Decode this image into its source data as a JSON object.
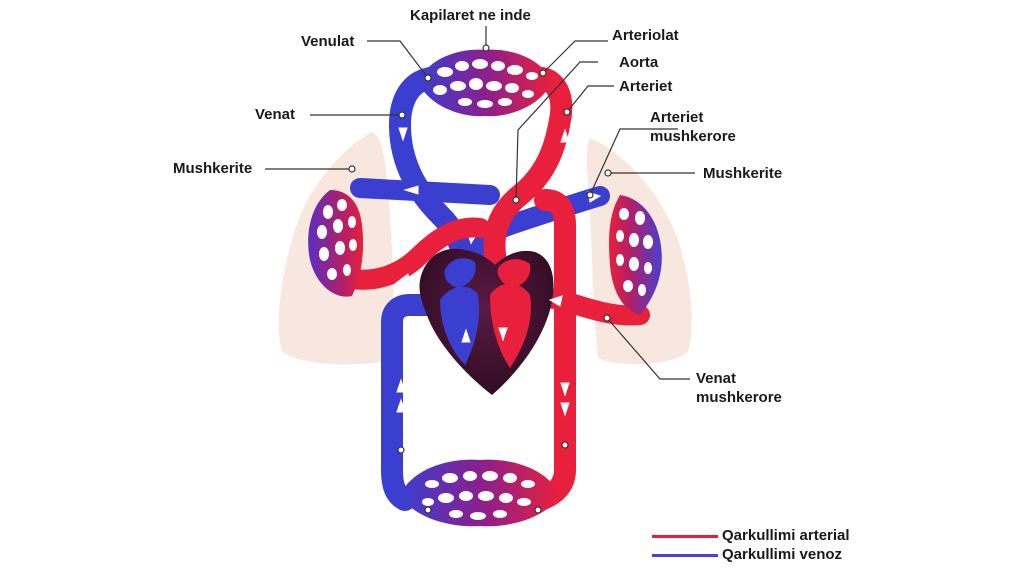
{
  "labels": {
    "kapilaret": "Kapilaret ne inde",
    "venulat": "Venulat",
    "arteriolat": "Arteriolat",
    "aorta": "Aorta",
    "arteriet": "Arteriet",
    "venat": "Venat",
    "arteriet_mushkerore_1": "Arteriet",
    "arteriet_mushkerore_2": "mushkerore",
    "mushkerite_left": "Mushkerite",
    "mushkerite_right": "Mushkerite",
    "venat_mushkerore_1": "Venat",
    "venat_mushkerore_2": "mushkerore"
  },
  "legend": {
    "arterial": "Qarkullimi arterial",
    "venoz": "Qarkullimi venoz"
  },
  "colors": {
    "arterial": "#e8203c",
    "venous": "#3a3fd0",
    "capillary": "#8a2a9a",
    "lung": "#f6e3d8",
    "heart_dark": "#3a0f2a",
    "legend_arterial": "#e81e3a",
    "legend_venous": "#4a3fe0"
  }
}
